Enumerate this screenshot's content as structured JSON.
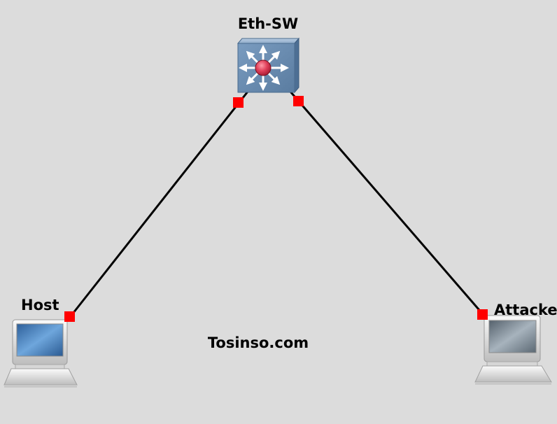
{
  "topology": {
    "devices": [
      {
        "id": "switch",
        "label": "Eth-SW",
        "kind": "multilayer-switch",
        "icon": "switch-icon"
      },
      {
        "id": "host",
        "label": "Host",
        "kind": "laptop",
        "icon": "laptop-icon"
      },
      {
        "id": "attacker",
        "label": "Attacker",
        "kind": "laptop",
        "icon": "laptop-icon"
      }
    ],
    "links": [
      {
        "from": "switch",
        "to": "host",
        "status": "down"
      },
      {
        "from": "switch",
        "to": "attacker",
        "status": "down"
      }
    ],
    "link_status_color": "#ff0000",
    "link_color": "#000000"
  },
  "watermark": "Tosinso.com",
  "colors": {
    "background": "#dcdcdc",
    "switch_body": "#6d8fb3",
    "switch_center": "#e0405a",
    "screen_host": "#4d86c4",
    "screen_attacker": "#7f8d99"
  }
}
